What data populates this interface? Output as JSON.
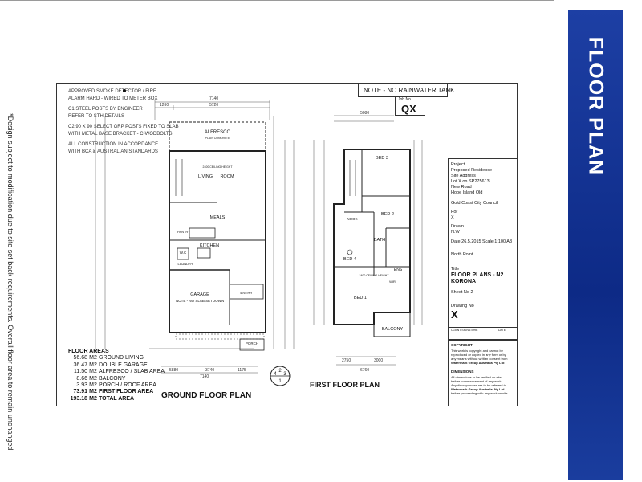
{
  "banner": {
    "title": "FLOOR PLAN",
    "color": "#1a3a9c"
  },
  "side_note": "*Design subject to modification due to site set back requirements. Overall floor area to remain unchanged.",
  "sheet": {
    "note_box": "NOTE - NO RAINWATER TANK",
    "job_no_label": "Job No.",
    "job_no": "QX",
    "legend": [
      "APPROVED SMOKE DETECTOR / FIRE",
      "ALARM HARD - WIRED TO METER BOX",
      "C1 STEEL POSTS BY ENGINEER",
      "REFER TO STH DETAILS",
      "C2 90 X 90 SELECT GRP POSTS FIXED TO SLAB",
      "WITH METAL BASE BRACKET - C-WODBOLTS",
      "ALL CONSTRUCTION IN ACCORDANCE",
      "WITH BCA & AUSTRALIAN STANDARDS"
    ]
  },
  "ground_floor": {
    "title": "GROUND FLOOR PLAN",
    "rooms": {
      "alfresco": "ALFRESCO",
      "alfresco_sub": "PLAIN CONCRETE",
      "living": "LIVING",
      "room": "ROOM",
      "meals": "MEALS",
      "kitchen": "KITCHEN",
      "pantry": "PANTRY",
      "wc": "W.C",
      "laundry": "LAUNDRY",
      "garage": "GARAGE",
      "garage_note": "NOTE - NO SLAB SETDOWN",
      "entry": "ENTRY",
      "porch": "PORCH",
      "ceiling": "2400 CEILING HEIGHT"
    },
    "dims": {
      "top": "7140",
      "sub1": "1260",
      "sub2": "5720",
      "bottom": "7140",
      "b1": "5880",
      "b2": "3740",
      "b3": "1175"
    }
  },
  "first_floor": {
    "title": "FIRST FLOOR PLAN",
    "rooms": {
      "bed1": "BED 1",
      "bed2": "BED 2",
      "bed3": "BED 3",
      "bed4": "BED 4",
      "bath": "BATH",
      "ens": "ENS",
      "nook": "NOOK",
      "balcony": "BALCONY",
      "wir": "WIR",
      "ceiling": "2400 CEILING HEIGHT"
    },
    "dims": {
      "top": "5080",
      "bottom": "6760",
      "b1": "2750",
      "b2": "3000"
    }
  },
  "floor_areas": {
    "heading": "FLOOR AREAS",
    "rows": [
      {
        "value": "56.68",
        "unit": "M2",
        "label": "GROUND LIVING",
        "bold": false
      },
      {
        "value": "36.47",
        "unit": "M2",
        "label": "DOUBLE GARAGE",
        "bold": false
      },
      {
        "value": "11.50",
        "unit": "M2",
        "label": "ALFRESCO / SLAB AREA",
        "bold": false
      },
      {
        "value": "8.66",
        "unit": "M2",
        "label": "BALCONY",
        "bold": false
      },
      {
        "value": "3.93",
        "unit": "M2",
        "label": "PORCH / ROOF AREA",
        "bold": false
      },
      {
        "value": "73.91",
        "unit": "M2",
        "label": "FIRST FLOOR AREA",
        "bold": true
      },
      {
        "value": "193.18",
        "unit": "M2",
        "label": "TOTAL AREA",
        "bold": true
      }
    ]
  },
  "north_symbol": {
    "numbers": [
      "2",
      "4",
      "3",
      "1"
    ]
  },
  "title_block": {
    "project_label": "Project",
    "project": "Proposed Residence",
    "site_label": "Site Address",
    "site_lines": [
      "Lot X on SP275613",
      "New Road",
      "Hope Island Qld"
    ],
    "council": "Gold Coast City Council",
    "for_label": "For",
    "for_value": "X",
    "drawn_label": "Drawn",
    "drawn_value": "N.W",
    "date": "Date 26.5.2015",
    "scale": "Scale 1:100 A3",
    "north_point": "North Point",
    "title_label": "Title",
    "title_line1": "FLOOR PLANS - N2",
    "title_line2": "KORONA",
    "sheet": "Sheet No 2",
    "drawing_no_label": "Drawing No",
    "drawing_no": "X",
    "client_signature": "CLIENT SIGNATURE",
    "date_small": "DATE",
    "copyright_heading": "COPYRIGHT",
    "copyright_lines": [
      "This work is copyright and cannot be",
      "reproduced or copied in any form or by",
      "any means without written consent from",
      "Watermark Group Australia Pty Ltd"
    ],
    "dimensions_heading": "DIMENSIONS",
    "dimensions_lines": [
      "All dimensions to be verified on site",
      "before commencement of any work",
      "Any discrepancies are to be referred to",
      "Watermark Group Australia Pty Ltd",
      "before proceeding with any work on site"
    ]
  }
}
